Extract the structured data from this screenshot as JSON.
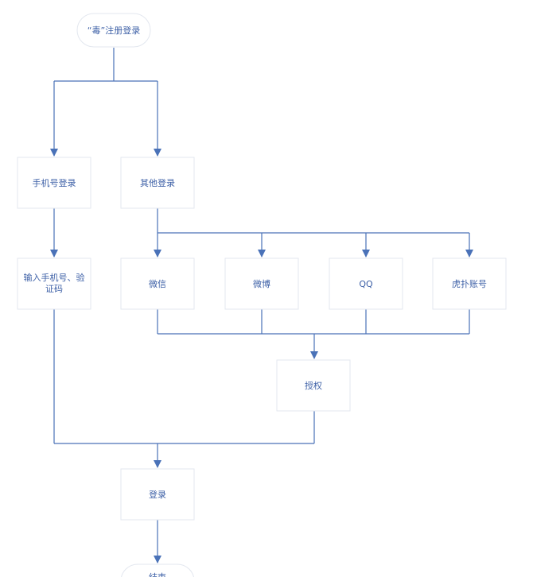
{
  "nodes": {
    "start": "“毒”注册登录",
    "phone_login": "手机号登录",
    "other_login": "其他登录",
    "input_phone": "输入手机号、验证码",
    "wechat": "微信",
    "weibo": "微博",
    "qq": "QQ",
    "hupu": "虎扑账号",
    "authorize": "授权",
    "login": "登录",
    "end": "结束"
  }
}
